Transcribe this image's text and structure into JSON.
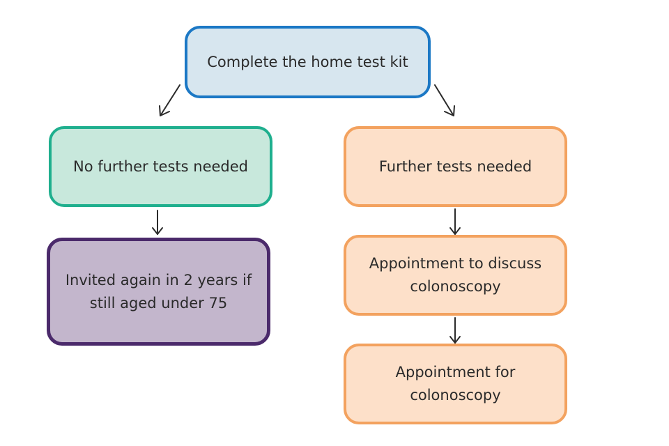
{
  "colors": {
    "start_fill": "#d7e6ef",
    "start_border": "#1b78c5",
    "no_further_fill": "#c8e8dc",
    "no_further_border": "#1faf8e",
    "invited_fill": "#c3b6cc",
    "invited_border": "#4b2a6b",
    "orange_fill": "#fde0c9",
    "orange_border": "#f3a25f",
    "arrow": "#2b2b2b"
  },
  "nodes": {
    "start": {
      "text": "Complete the home test kit"
    },
    "no_further": {
      "text": "No further tests needed"
    },
    "invited": {
      "line1": "Invited again in 2 years if",
      "line2": "still aged under 75"
    },
    "further": {
      "text": "Further tests needed"
    },
    "discuss": {
      "line1": "Appointment to discuss",
      "line2": "colonoscopy"
    },
    "colonoscopy": {
      "line1": "Appointment for",
      "line2": "colonoscopy"
    }
  }
}
